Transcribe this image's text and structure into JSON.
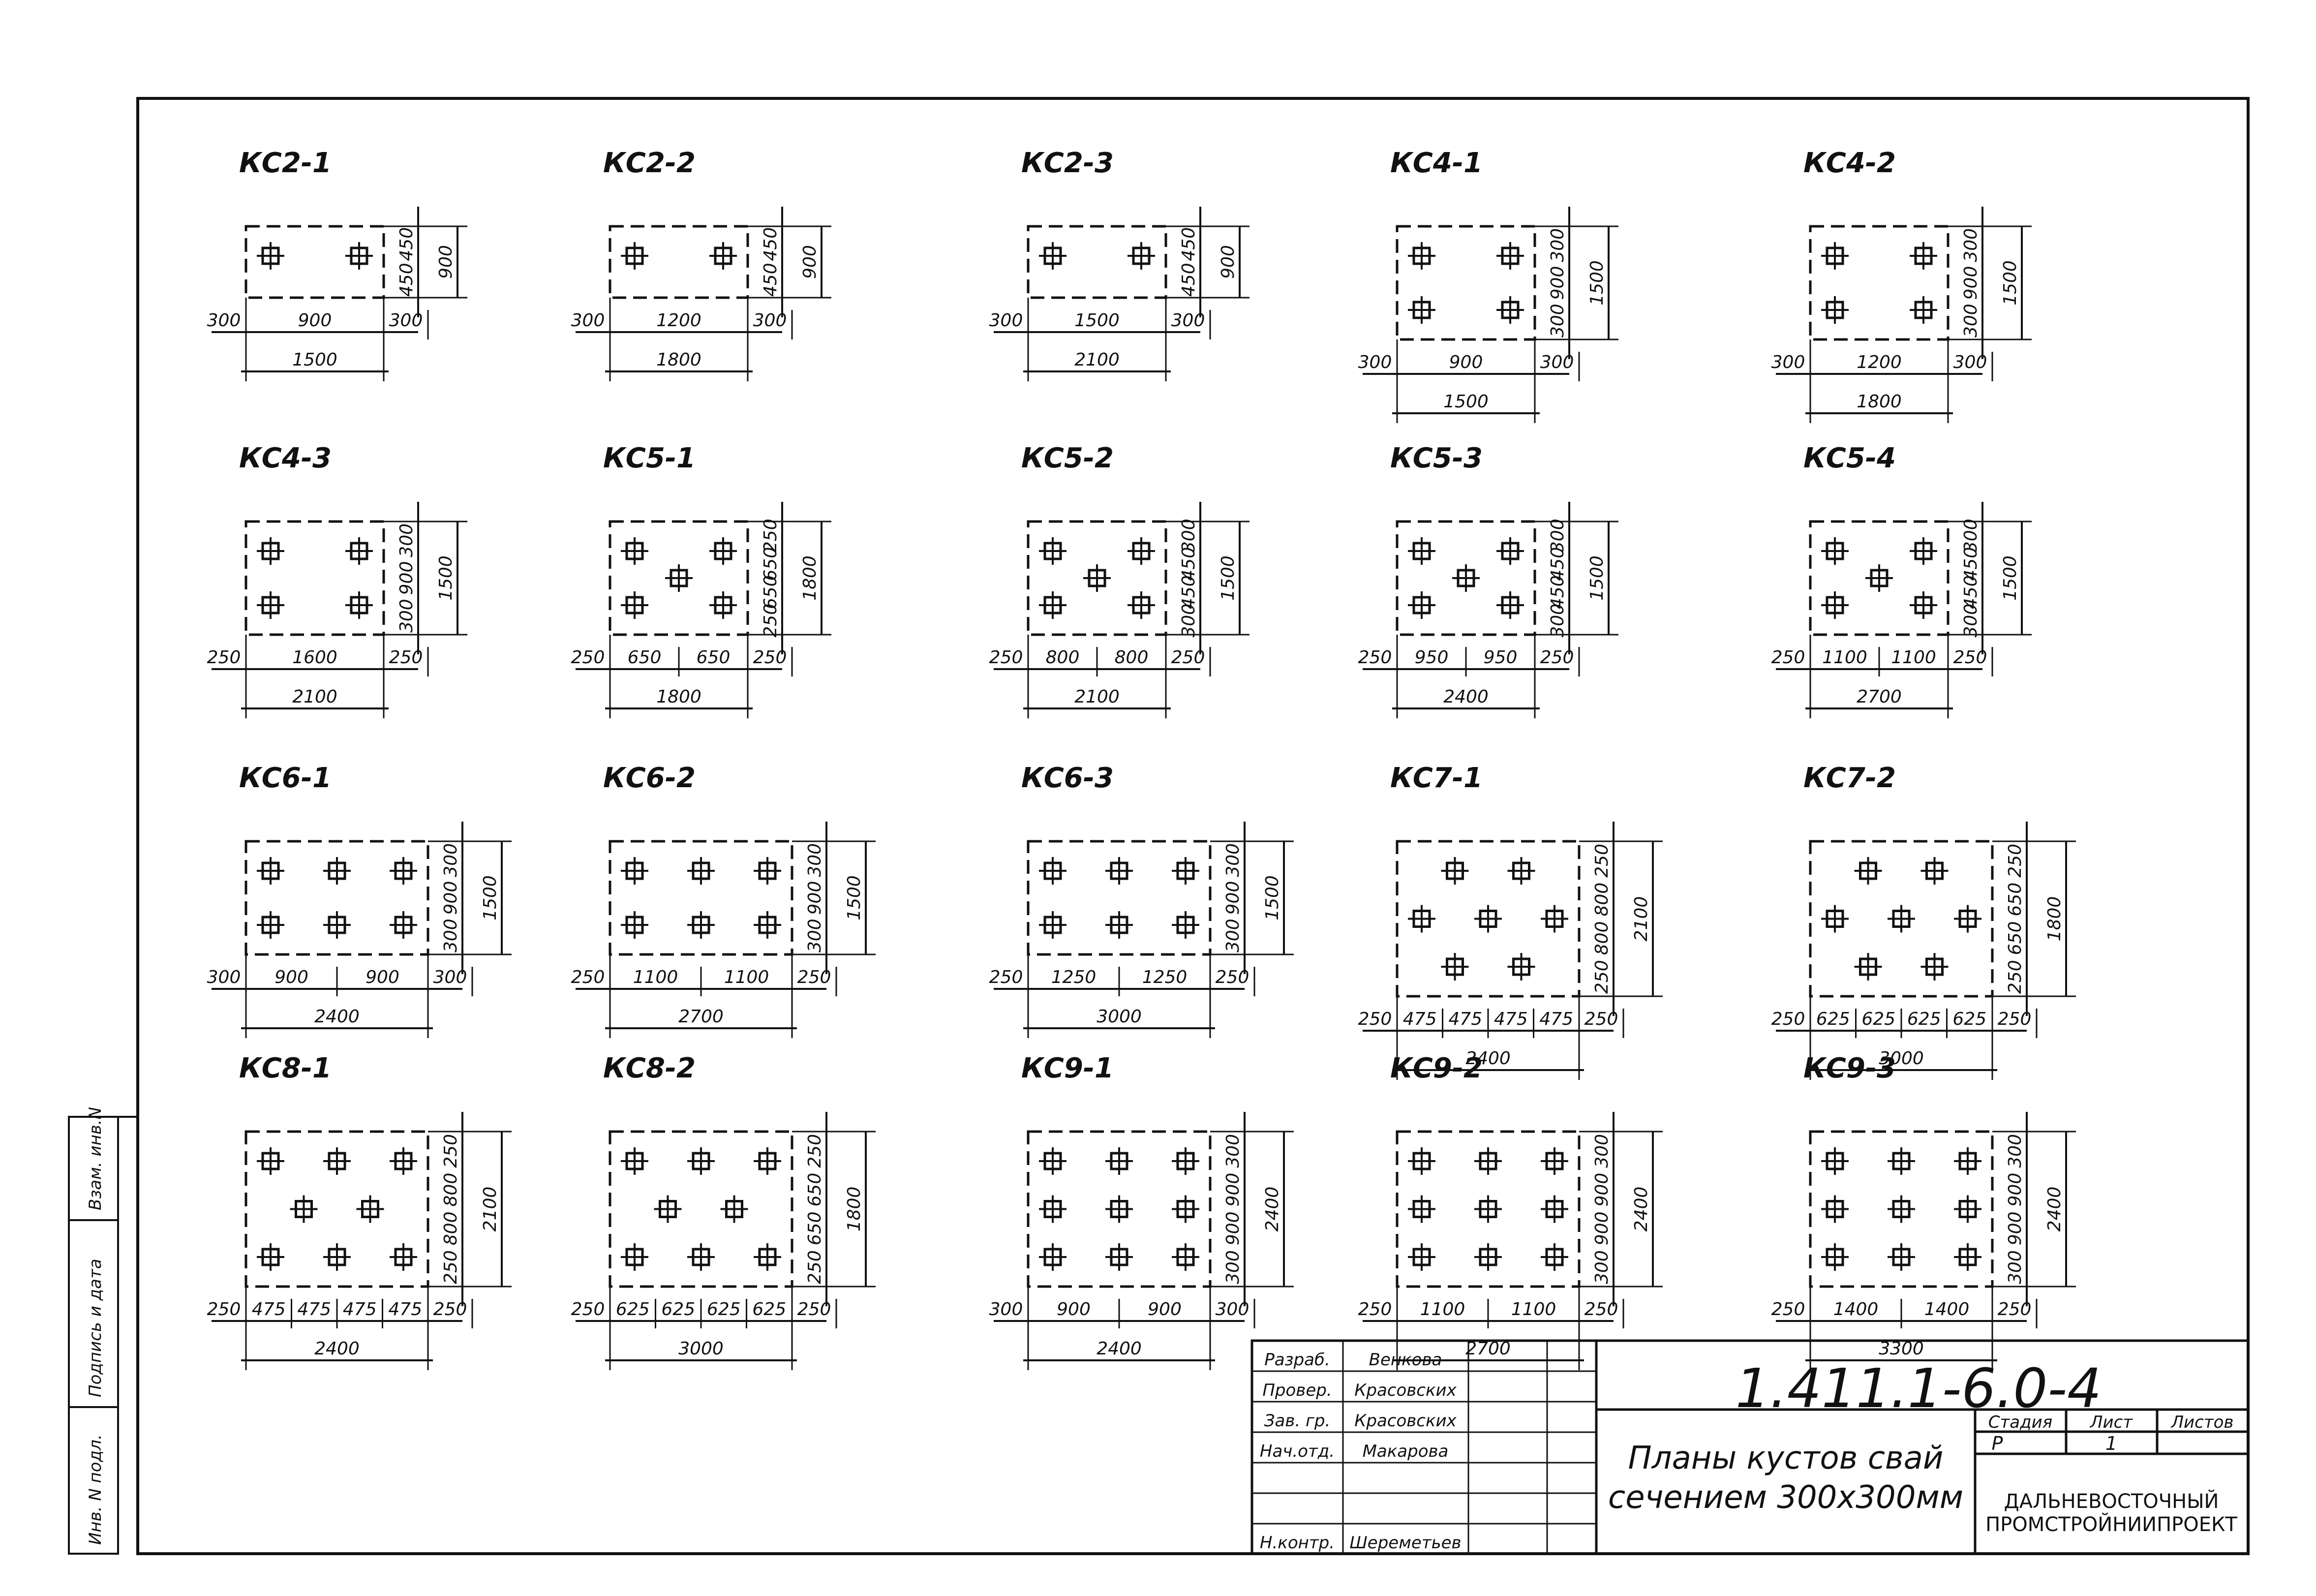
{
  "drawing_code": "1.411.1-6.0-4",
  "sheet_title_line1": "Планы кустов свай",
  "sheet_title_line2": "сечением 300x300мм",
  "organization_line1": "ДАЛЬНЕВОСТОЧНЫЙ",
  "organization_line2": "ПРОМСТРОЙНИИПРОЕКТ",
  "stage_header": "Стадия",
  "sheet_header": "Лист",
  "sheets_header": "Листов",
  "stage_value": "Р",
  "sheet_value": "1",
  "signatures": [
    {
      "role": "Разраб.",
      "name": "Венкова"
    },
    {
      "role": "Провер.",
      "name": "Красовских"
    },
    {
      "role": "Зав. гр.",
      "name": "Красовских"
    },
    {
      "role": "Нач.отд.",
      "name": "Макарова"
    },
    {
      "role": "",
      "name": ""
    },
    {
      "role": "",
      "name": ""
    },
    {
      "role": "Н.контр.",
      "name": "Шереметьев"
    }
  ],
  "side_stamp": [
    "Инв. N подл.",
    "Подпись и дата",
    "Взам. инв.N"
  ],
  "clusters": [
    {
      "name": "КС2-1",
      "cols": 2,
      "rows": 1,
      "widths": [
        "300",
        "900",
        "300"
      ],
      "total_w": "1500",
      "heights": [
        "450",
        "450"
      ],
      "total_h": "900"
    },
    {
      "name": "КС2-2",
      "cols": 2,
      "rows": 1,
      "widths": [
        "300",
        "1200",
        "300"
      ],
      "total_w": "1800",
      "heights": [
        "450",
        "450"
      ],
      "total_h": "900"
    },
    {
      "name": "КС2-3",
      "cols": 2,
      "rows": 1,
      "widths": [
        "300",
        "1500",
        "300"
      ],
      "total_w": "2100",
      "heights": [
        "450",
        "450"
      ],
      "total_h": "900"
    },
    {
      "name": "КС4-1",
      "cols": 2,
      "rows": 2,
      "widths": [
        "300",
        "900",
        "300"
      ],
      "total_w": "1500",
      "heights": [
        "300",
        "900",
        "300"
      ],
      "total_h": "1500"
    },
    {
      "name": "КС4-2",
      "cols": 2,
      "rows": 2,
      "widths": [
        "300",
        "1200",
        "300"
      ],
      "total_w": "1800",
      "heights": [
        "300",
        "900",
        "300"
      ],
      "total_h": "1500"
    },
    {
      "name": "КС4-3",
      "cols": 2,
      "rows": 2,
      "widths": [
        "250",
        "1600",
        "250"
      ],
      "total_w": "2100",
      "heights": [
        "300",
        "900",
        "300"
      ],
      "total_h": "1500"
    },
    {
      "name": "КС5-1",
      "cols": 2,
      "rows": 2,
      "center": true,
      "widths": [
        "250",
        "650",
        "650",
        "250"
      ],
      "total_w": "1800",
      "heights": [
        "250",
        "650",
        "650",
        "250"
      ],
      "total_h": "1800"
    },
    {
      "name": "КС5-2",
      "cols": 2,
      "rows": 2,
      "center": true,
      "widths": [
        "250",
        "800",
        "800",
        "250"
      ],
      "total_w": "2100",
      "heights": [
        "300",
        "450",
        "450",
        "300"
      ],
      "total_h": "1500"
    },
    {
      "name": "КС5-3",
      "cols": 2,
      "rows": 2,
      "center": true,
      "widths": [
        "250",
        "950",
        "950",
        "250"
      ],
      "total_w": "2400",
      "heights": [
        "300",
        "450",
        "450",
        "300"
      ],
      "total_h": "1500"
    },
    {
      "name": "КС5-4",
      "cols": 2,
      "rows": 2,
      "center": true,
      "widths": [
        "250",
        "1100",
        "1100",
        "250"
      ],
      "total_w": "2700",
      "heights": [
        "300",
        "450",
        "450",
        "300"
      ],
      "total_h": "1500"
    },
    {
      "name": "КС6-1",
      "cols": 3,
      "rows": 2,
      "widths": [
        "300",
        "900",
        "900",
        "300"
      ],
      "total_w": "2400",
      "heights": [
        "300",
        "900",
        "300"
      ],
      "total_h": "1500"
    },
    {
      "name": "КС6-2",
      "cols": 3,
      "rows": 2,
      "widths": [
        "250",
        "1100",
        "1100",
        "250"
      ],
      "total_w": "2700",
      "heights": [
        "300",
        "900",
        "300"
      ],
      "total_h": "1500"
    },
    {
      "name": "КС6-3",
      "cols": 3,
      "rows": 2,
      "widths": [
        "250",
        "1250",
        "1250",
        "250"
      ],
      "total_w": "3000",
      "heights": [
        "300",
        "900",
        "300"
      ],
      "total_h": "1500"
    },
    {
      "name": "КС7-1",
      "cols": 3,
      "rows": 3,
      "pattern": "7",
      "widths": [
        "250",
        "475",
        "475",
        "475",
        "475",
        "250"
      ],
      "total_w": "2400",
      "heights": [
        "250",
        "800",
        "800",
        "250"
      ],
      "total_h": "2100"
    },
    {
      "name": "КС7-2",
      "cols": 3,
      "rows": 3,
      "pattern": "7",
      "widths": [
        "250",
        "625",
        "625",
        "625",
        "625",
        "250"
      ],
      "total_w": "3000",
      "heights": [
        "250",
        "650",
        "650",
        "250"
      ],
      "total_h": "1800"
    },
    {
      "name": "КС8-1",
      "cols": 3,
      "rows": 3,
      "pattern": "8",
      "widths": [
        "250",
        "475",
        "475",
        "475",
        "475",
        "250"
      ],
      "total_w": "2400",
      "heights": [
        "250",
        "800",
        "800",
        "250"
      ],
      "total_h": "2100"
    },
    {
      "name": "КС8-2",
      "cols": 3,
      "rows": 3,
      "pattern": "8",
      "widths": [
        "250",
        "625",
        "625",
        "625",
        "625",
        "250"
      ],
      "total_w": "3000",
      "heights": [
        "250",
        "650",
        "650",
        "250"
      ],
      "total_h": "1800"
    },
    {
      "name": "КС9-1",
      "cols": 3,
      "rows": 3,
      "widths": [
        "300",
        "900",
        "900",
        "300"
      ],
      "total_w": "2400",
      "heights": [
        "300",
        "900",
        "900",
        "300"
      ],
      "total_h": "2400"
    },
    {
      "name": "КС9-2",
      "cols": 3,
      "rows": 3,
      "widths": [
        "250",
        "1100",
        "1100",
        "250"
      ],
      "total_w": "2700",
      "heights": [
        "300",
        "900",
        "900",
        "300"
      ],
      "total_h": "2400"
    },
    {
      "name": "КС9-3",
      "cols": 3,
      "rows": 3,
      "widths": [
        "250",
        "1400",
        "1400",
        "250"
      ],
      "total_w": "3300",
      "heights": [
        "300",
        "900",
        "900",
        "300"
      ],
      "total_h": "2400"
    }
  ]
}
